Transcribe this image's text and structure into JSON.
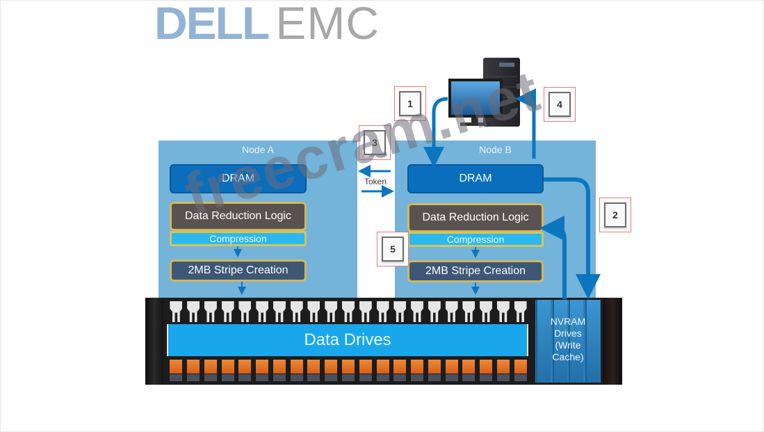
{
  "logo": {
    "brand_primary": "DELL",
    "brand_secondary": "EMC"
  },
  "nodes": [
    {
      "title": "Node A",
      "dram": "DRAM",
      "data_reduction": "Data Reduction Logic",
      "compression": "Compression",
      "stripe": "2MB Stripe Creation"
    },
    {
      "title": "Node B",
      "dram": "DRAM",
      "data_reduction": "Data Reduction Logic",
      "compression": "Compression",
      "stripe": "2MB Stripe Creation"
    }
  ],
  "token_label": "Token",
  "callouts": [
    "1",
    "2",
    "3",
    "4",
    "5"
  ],
  "storage": {
    "data_drives_label": "Data Drives",
    "data_drive_count": 21,
    "nvram_label_lines": [
      "NVRAM",
      "Drives",
      "(Write",
      "Cache)"
    ],
    "nvram_drive_count": 4
  },
  "host": {
    "icon": "desktop-computer-icon"
  },
  "watermark": "freecram.net",
  "colors": {
    "node_panel": "#74b3da",
    "dram": "#0a6ebd",
    "arrow": "#0b76bd",
    "data_reduction": "#585350",
    "compression": "#2cb8ef",
    "stripe": "#3d5876",
    "block_outline": "#d5b75c",
    "data_drives": "#1aa6ea",
    "drive_led": "#e87a2a"
  }
}
